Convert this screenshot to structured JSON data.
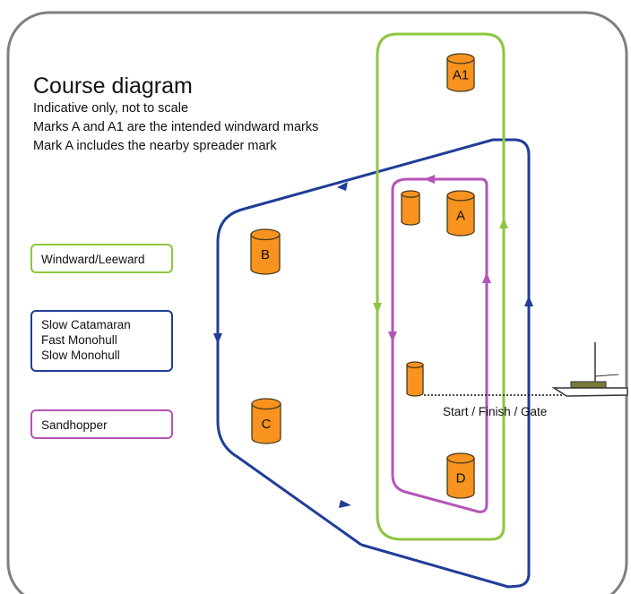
{
  "diagram": {
    "title": "Course diagram",
    "notes": [
      "Indicative only, not to scale",
      "Marks A and A1 are the intended windward marks",
      "Mark A includes the nearby spreader mark"
    ],
    "legend": {
      "windward": {
        "lines": [
          "Windward/Leeward"
        ],
        "color": "#8DC63F"
      },
      "blue": {
        "lines": [
          "Slow Catamaran",
          "Fast Monohull",
          "Slow Monohull"
        ],
        "color": "#1F3D99"
      },
      "sandhopper": {
        "lines": [
          "Sandhopper"
        ],
        "color": "#B455B6"
      }
    },
    "marks": [
      {
        "id": "A1",
        "label": "A1"
      },
      {
        "id": "A",
        "label": "A"
      },
      {
        "id": "spreader",
        "label": ""
      },
      {
        "id": "B",
        "label": "B"
      },
      {
        "id": "C",
        "label": "C"
      },
      {
        "id": "gate",
        "label": ""
      },
      {
        "id": "D",
        "label": "D"
      }
    ],
    "mark_color": "#F7931E",
    "gate_label": "Start / Finish / Gate",
    "committee_boat_color": "#7A7A3A"
  }
}
